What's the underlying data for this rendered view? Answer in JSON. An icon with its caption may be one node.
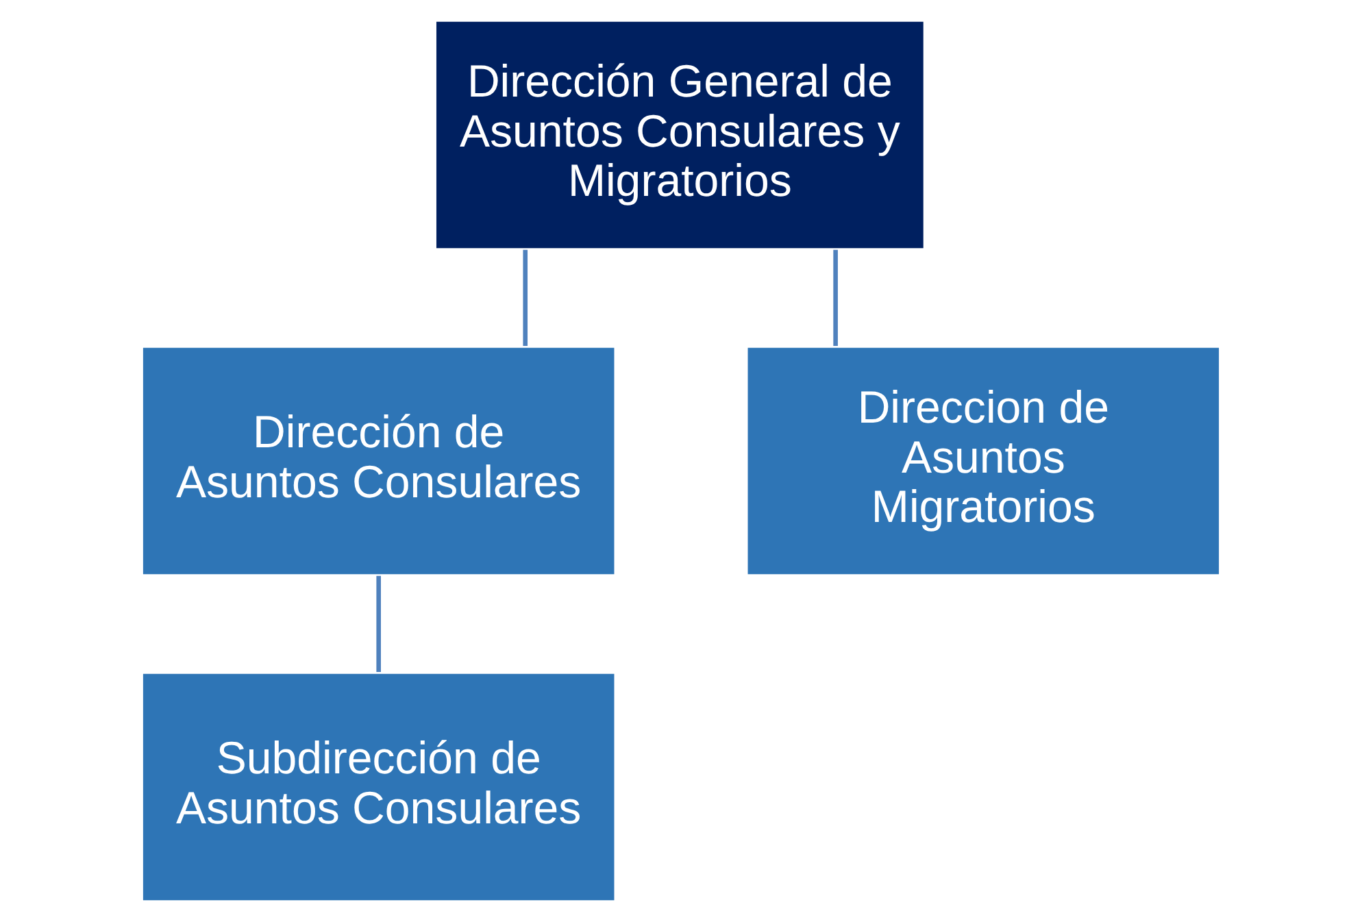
{
  "diagram": {
    "nodes": [
      {
        "text": [
          "Dirección General de Asuntos Consulares y Migratorios"
        ]
      },
      {
        "text": [
          "Dirección de Asuntos Consulares"
        ]
      },
      {
        "text": [
          "Direccion de Asuntos Migratorios"
        ]
      },
      {
        "text": [
          "Subdirección de Asuntos Consulares"
        ]
      }
    ],
    "edges": [
      {
        "from": 0,
        "to": 1,
        "arrow": "none"
      },
      {
        "from": 0,
        "to": 2,
        "arrow": "none"
      },
      {
        "from": 1,
        "to": 3,
        "arrow": "none"
      }
    ]
  }
}
